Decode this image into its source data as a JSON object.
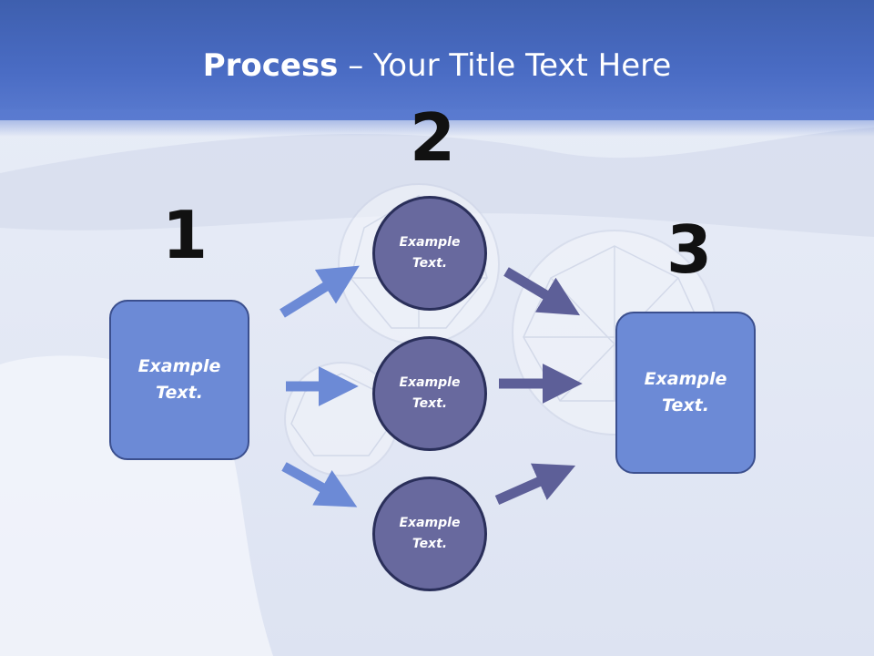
{
  "title": {
    "bold": "Process",
    "rest": " – Your Title Text Here"
  },
  "steps": {
    "one": "1",
    "two": "2",
    "three": "3"
  },
  "left_box": {
    "line1": "Example",
    "line2": "Text."
  },
  "right_box": {
    "line1": "Example",
    "line2": "Text."
  },
  "circles": [
    {
      "line1": "Example",
      "line2": "Text."
    },
    {
      "line1": "Example",
      "line2": "Text."
    },
    {
      "line1": "Example",
      "line2": "Text."
    }
  ],
  "colors": {
    "header": "#4a6cc4",
    "box_fill": "#6c8ad6",
    "circle_fill": "#68699e",
    "arrow_left": "#6c8ad6",
    "arrow_right": "#5d5f98"
  }
}
